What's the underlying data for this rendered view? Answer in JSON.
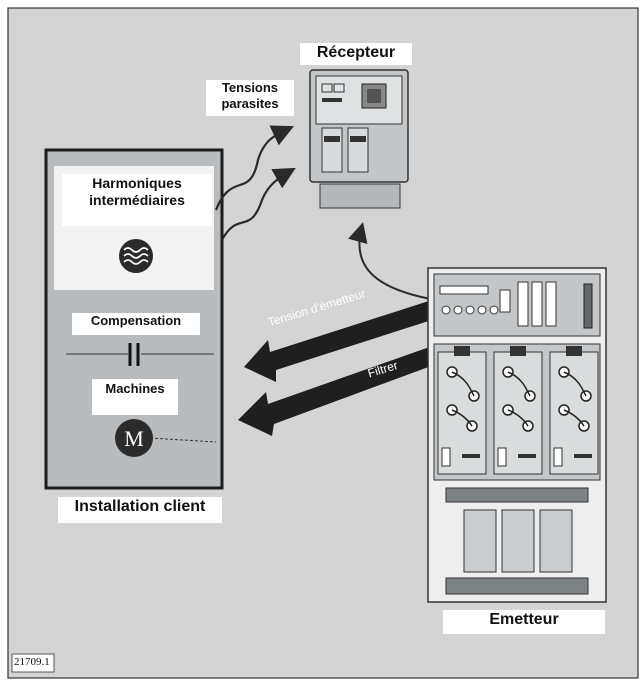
{
  "diagram": {
    "receiver_label": "Récepteur",
    "parasitic_voltage_label": "Tensions parasites",
    "interharmonics_label": "Harmoniques intermédiaires",
    "compensation_label": "Compensation",
    "machines_label": "Machines",
    "motor_symbol": "M",
    "customer_installation_label": "Installation client",
    "transmitter_voltage_label": "Tension d’émetteur",
    "filter_label": "Filtrer",
    "transmitter_label": "Emetteur",
    "reference": "21709.1"
  },
  "colors": {
    "background": "#d4d4d4",
    "installation_fill": "#b9bcbe",
    "equipment_fill": "#c3c7c9",
    "dark": "#1f1f1f"
  },
  "icons": {
    "interharmonics": "wave-icon",
    "motor": "motor-icon",
    "capacitor": "capacitor-icon"
  }
}
